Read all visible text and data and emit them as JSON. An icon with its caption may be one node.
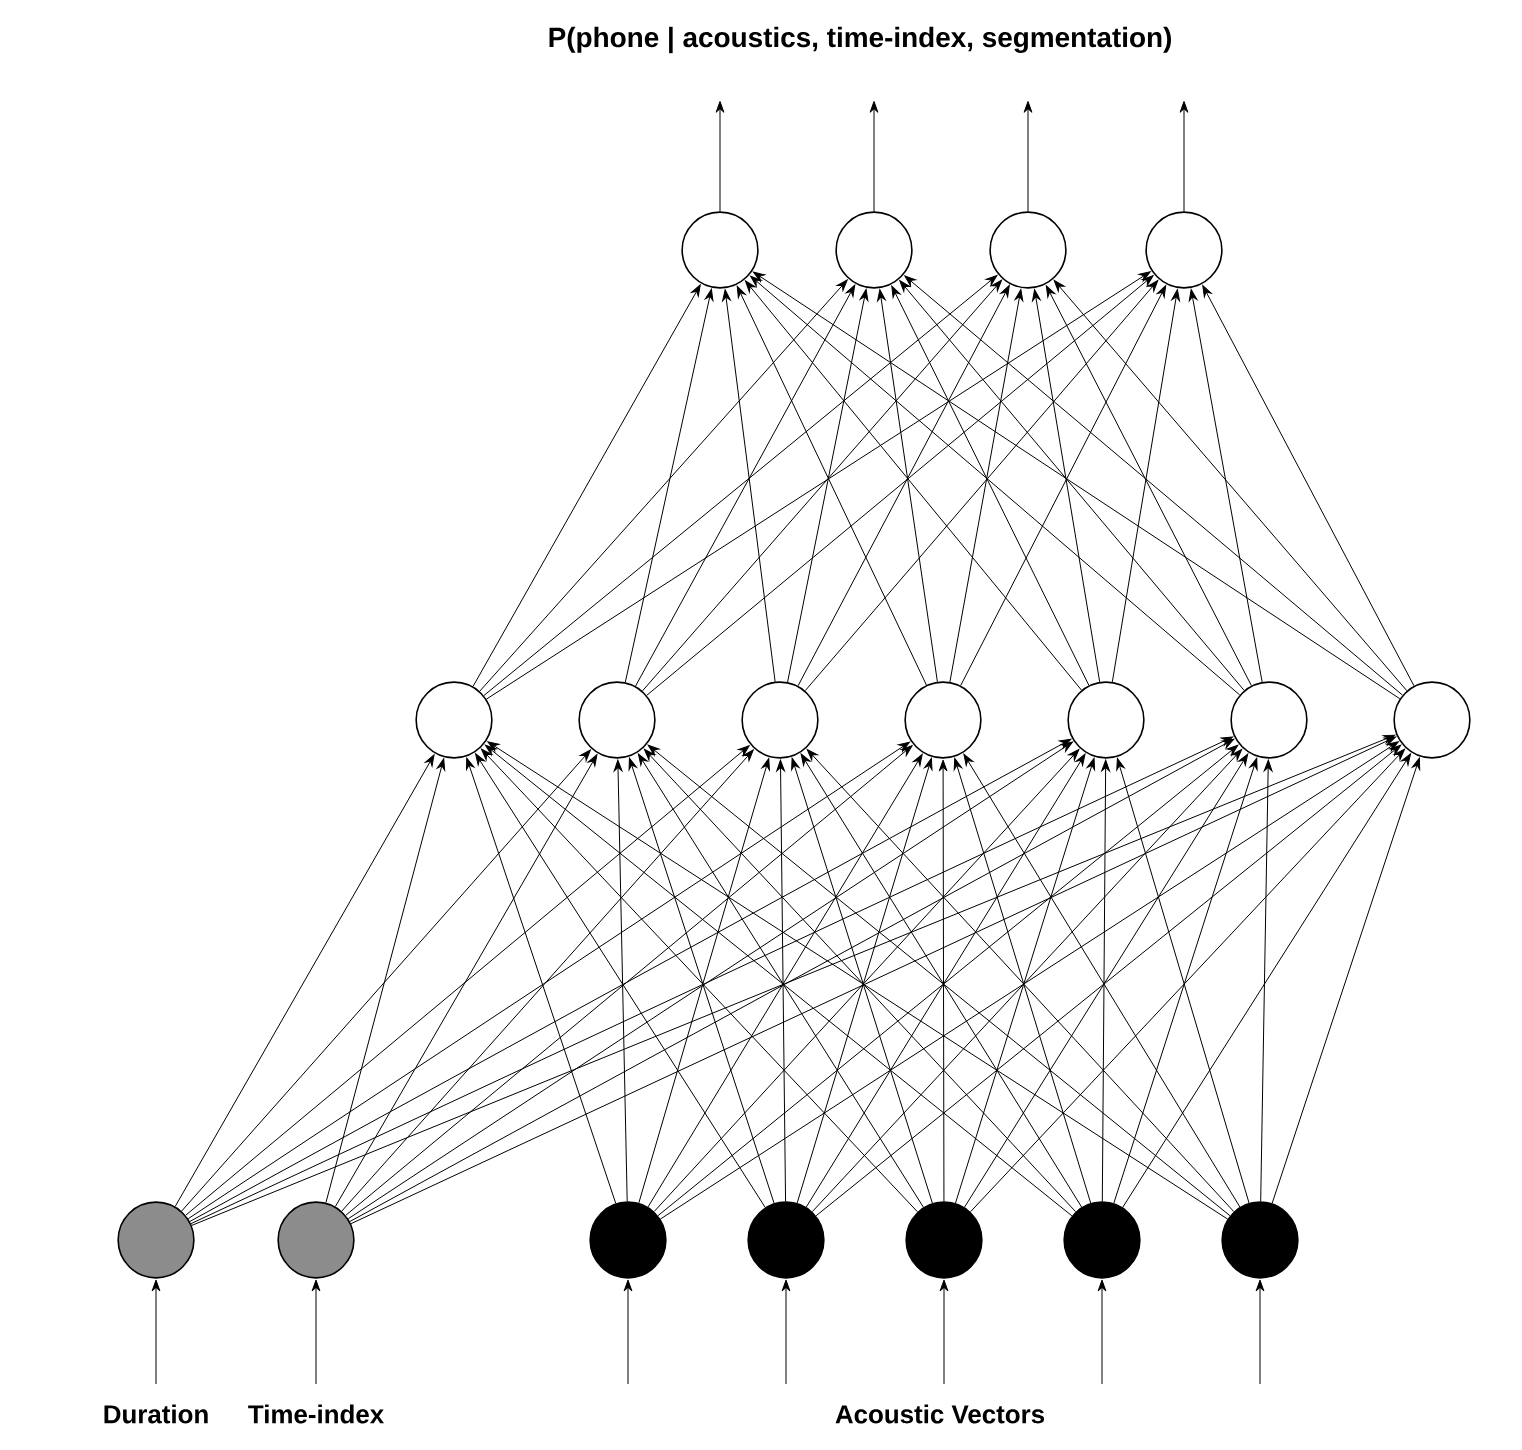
{
  "diagram": {
    "title": "P(phone | acoustics, time-index, segmentation)",
    "nodes": [
      {
        "text": [],
        "shape": "circle"
      },
      {
        "text": [],
        "shape": "circle"
      },
      {
        "text": [],
        "shape": "circle"
      },
      {
        "text": [],
        "shape": "circle"
      },
      {
        "text": [],
        "shape": "circle"
      },
      {
        "text": [],
        "shape": "circle"
      },
      {
        "text": [],
        "shape": "circle"
      },
      {
        "text": [],
        "shape": "circle"
      },
      {
        "text": [],
        "shape": "circle"
      },
      {
        "text": [],
        "shape": "circle"
      },
      {
        "text": [],
        "shape": "circle"
      },
      {
        "text": [],
        "shape": "circle"
      },
      {
        "text": [],
        "shape": "circle"
      },
      {
        "text": [],
        "shape": "circle"
      },
      {
        "text": [],
        "shape": "circle"
      },
      {
        "text": [],
        "shape": "circle"
      },
      {
        "text": [],
        "shape": "circle"
      },
      {
        "text": [],
        "shape": "circle"
      }
    ],
    "edges": [
      {
        "from": 11,
        "to": 4,
        "arrow": "to"
      },
      {
        "from": 11,
        "to": 5,
        "arrow": "to"
      },
      {
        "from": 11,
        "to": 6,
        "arrow": "to"
      },
      {
        "from": 11,
        "to": 7,
        "arrow": "to"
      },
      {
        "from": 11,
        "to": 8,
        "arrow": "to"
      },
      {
        "from": 11,
        "to": 9,
        "arrow": "to"
      },
      {
        "from": 11,
        "to": 10,
        "arrow": "to"
      },
      {
        "from": 12,
        "to": 4,
        "arrow": "to"
      },
      {
        "from": 12,
        "to": 5,
        "arrow": "to"
      },
      {
        "from": 12,
        "to": 6,
        "arrow": "to"
      },
      {
        "from": 12,
        "to": 7,
        "arrow": "to"
      },
      {
        "from": 12,
        "to": 8,
        "arrow": "to"
      },
      {
        "from": 12,
        "to": 9,
        "arrow": "to"
      },
      {
        "from": 12,
        "to": 10,
        "arrow": "to"
      },
      {
        "from": 13,
        "to": 4,
        "arrow": "to"
      },
      {
        "from": 13,
        "to": 5,
        "arrow": "to"
      },
      {
        "from": 13,
        "to": 6,
        "arrow": "to"
      },
      {
        "from": 13,
        "to": 7,
        "arrow": "to"
      },
      {
        "from": 13,
        "to": 8,
        "arrow": "to"
      },
      {
        "from": 13,
        "to": 9,
        "arrow": "to"
      },
      {
        "from": 13,
        "to": 10,
        "arrow": "to"
      },
      {
        "from": 14,
        "to": 4,
        "arrow": "to"
      },
      {
        "from": 14,
        "to": 5,
        "arrow": "to"
      },
      {
        "from": 14,
        "to": 6,
        "arrow": "to"
      },
      {
        "from": 14,
        "to": 7,
        "arrow": "to"
      },
      {
        "from": 14,
        "to": 8,
        "arrow": "to"
      },
      {
        "from": 14,
        "to": 9,
        "arrow": "to"
      },
      {
        "from": 14,
        "to": 10,
        "arrow": "to"
      },
      {
        "from": 15,
        "to": 4,
        "arrow": "to"
      },
      {
        "from": 15,
        "to": 5,
        "arrow": "to"
      },
      {
        "from": 15,
        "to": 6,
        "arrow": "to"
      },
      {
        "from": 15,
        "to": 7,
        "arrow": "to"
      },
      {
        "from": 15,
        "to": 8,
        "arrow": "to"
      },
      {
        "from": 15,
        "to": 9,
        "arrow": "to"
      },
      {
        "from": 15,
        "to": 10,
        "arrow": "to"
      },
      {
        "from": 16,
        "to": 4,
        "arrow": "to"
      },
      {
        "from": 16,
        "to": 5,
        "arrow": "to"
      },
      {
        "from": 16,
        "to": 6,
        "arrow": "to"
      },
      {
        "from": 16,
        "to": 7,
        "arrow": "to"
      },
      {
        "from": 16,
        "to": 8,
        "arrow": "to"
      },
      {
        "from": 16,
        "to": 9,
        "arrow": "to"
      },
      {
        "from": 16,
        "to": 10,
        "arrow": "to"
      },
      {
        "from": 17,
        "to": 4,
        "arrow": "to"
      },
      {
        "from": 17,
        "to": 5,
        "arrow": "to"
      },
      {
        "from": 17,
        "to": 6,
        "arrow": "to"
      },
      {
        "from": 17,
        "to": 7,
        "arrow": "to"
      },
      {
        "from": 17,
        "to": 8,
        "arrow": "to"
      },
      {
        "from": 17,
        "to": 9,
        "arrow": "to"
      },
      {
        "from": 17,
        "to": 10,
        "arrow": "to"
      },
      {
        "from": 4,
        "to": 0,
        "arrow": "to"
      },
      {
        "from": 4,
        "to": 1,
        "arrow": "to"
      },
      {
        "from": 4,
        "to": 2,
        "arrow": "to"
      },
      {
        "from": 4,
        "to": 3,
        "arrow": "to"
      },
      {
        "from": 5,
        "to": 0,
        "arrow": "to"
      },
      {
        "from": 5,
        "to": 1,
        "arrow": "to"
      },
      {
        "from": 5,
        "to": 2,
        "arrow": "to"
      },
      {
        "from": 5,
        "to": 3,
        "arrow": "to"
      },
      {
        "from": 6,
        "to": 0,
        "arrow": "to"
      },
      {
        "from": 6,
        "to": 1,
        "arrow": "to"
      },
      {
        "from": 6,
        "to": 2,
        "arrow": "to"
      },
      {
        "from": 6,
        "to": 3,
        "arrow": "to"
      },
      {
        "from": 7,
        "to": 0,
        "arrow": "to"
      },
      {
        "from": 7,
        "to": 1,
        "arrow": "to"
      },
      {
        "from": 7,
        "to": 2,
        "arrow": "to"
      },
      {
        "from": 7,
        "to": 3,
        "arrow": "to"
      },
      {
        "from": 8,
        "to": 0,
        "arrow": "to"
      },
      {
        "from": 8,
        "to": 1,
        "arrow": "to"
      },
      {
        "from": 8,
        "to": 2,
        "arrow": "to"
      },
      {
        "from": 8,
        "to": 3,
        "arrow": "to"
      },
      {
        "from": 9,
        "to": 0,
        "arrow": "to"
      },
      {
        "from": 9,
        "to": 1,
        "arrow": "to"
      },
      {
        "from": 9,
        "to": 2,
        "arrow": "to"
      },
      {
        "from": 9,
        "to": 3,
        "arrow": "to"
      },
      {
        "from": 10,
        "to": 0,
        "arrow": "to"
      },
      {
        "from": 10,
        "to": 1,
        "arrow": "to"
      },
      {
        "from": 10,
        "to": 2,
        "arrow": "to"
      },
      {
        "from": 10,
        "to": 3,
        "arrow": "to"
      },
      {
        "from": 0,
        "to": null,
        "arrow": "to"
      },
      {
        "from": 1,
        "to": null,
        "arrow": "to"
      },
      {
        "from": 2,
        "to": null,
        "arrow": "to"
      },
      {
        "from": 3,
        "to": null,
        "arrow": "to"
      },
      {
        "from": null,
        "to": 11,
        "arrow": "to"
      },
      {
        "from": null,
        "to": 12,
        "arrow": "to"
      },
      {
        "from": null,
        "to": 13,
        "arrow": "to"
      },
      {
        "from": null,
        "to": 14,
        "arrow": "to"
      },
      {
        "from": null,
        "to": 15,
        "arrow": "to"
      },
      {
        "from": null,
        "to": 16,
        "arrow": "to"
      },
      {
        "from": null,
        "to": 17,
        "arrow": "to"
      }
    ],
    "labels": [
      "Duration",
      "Time-index",
      "Acoustic Vectors"
    ]
  }
}
